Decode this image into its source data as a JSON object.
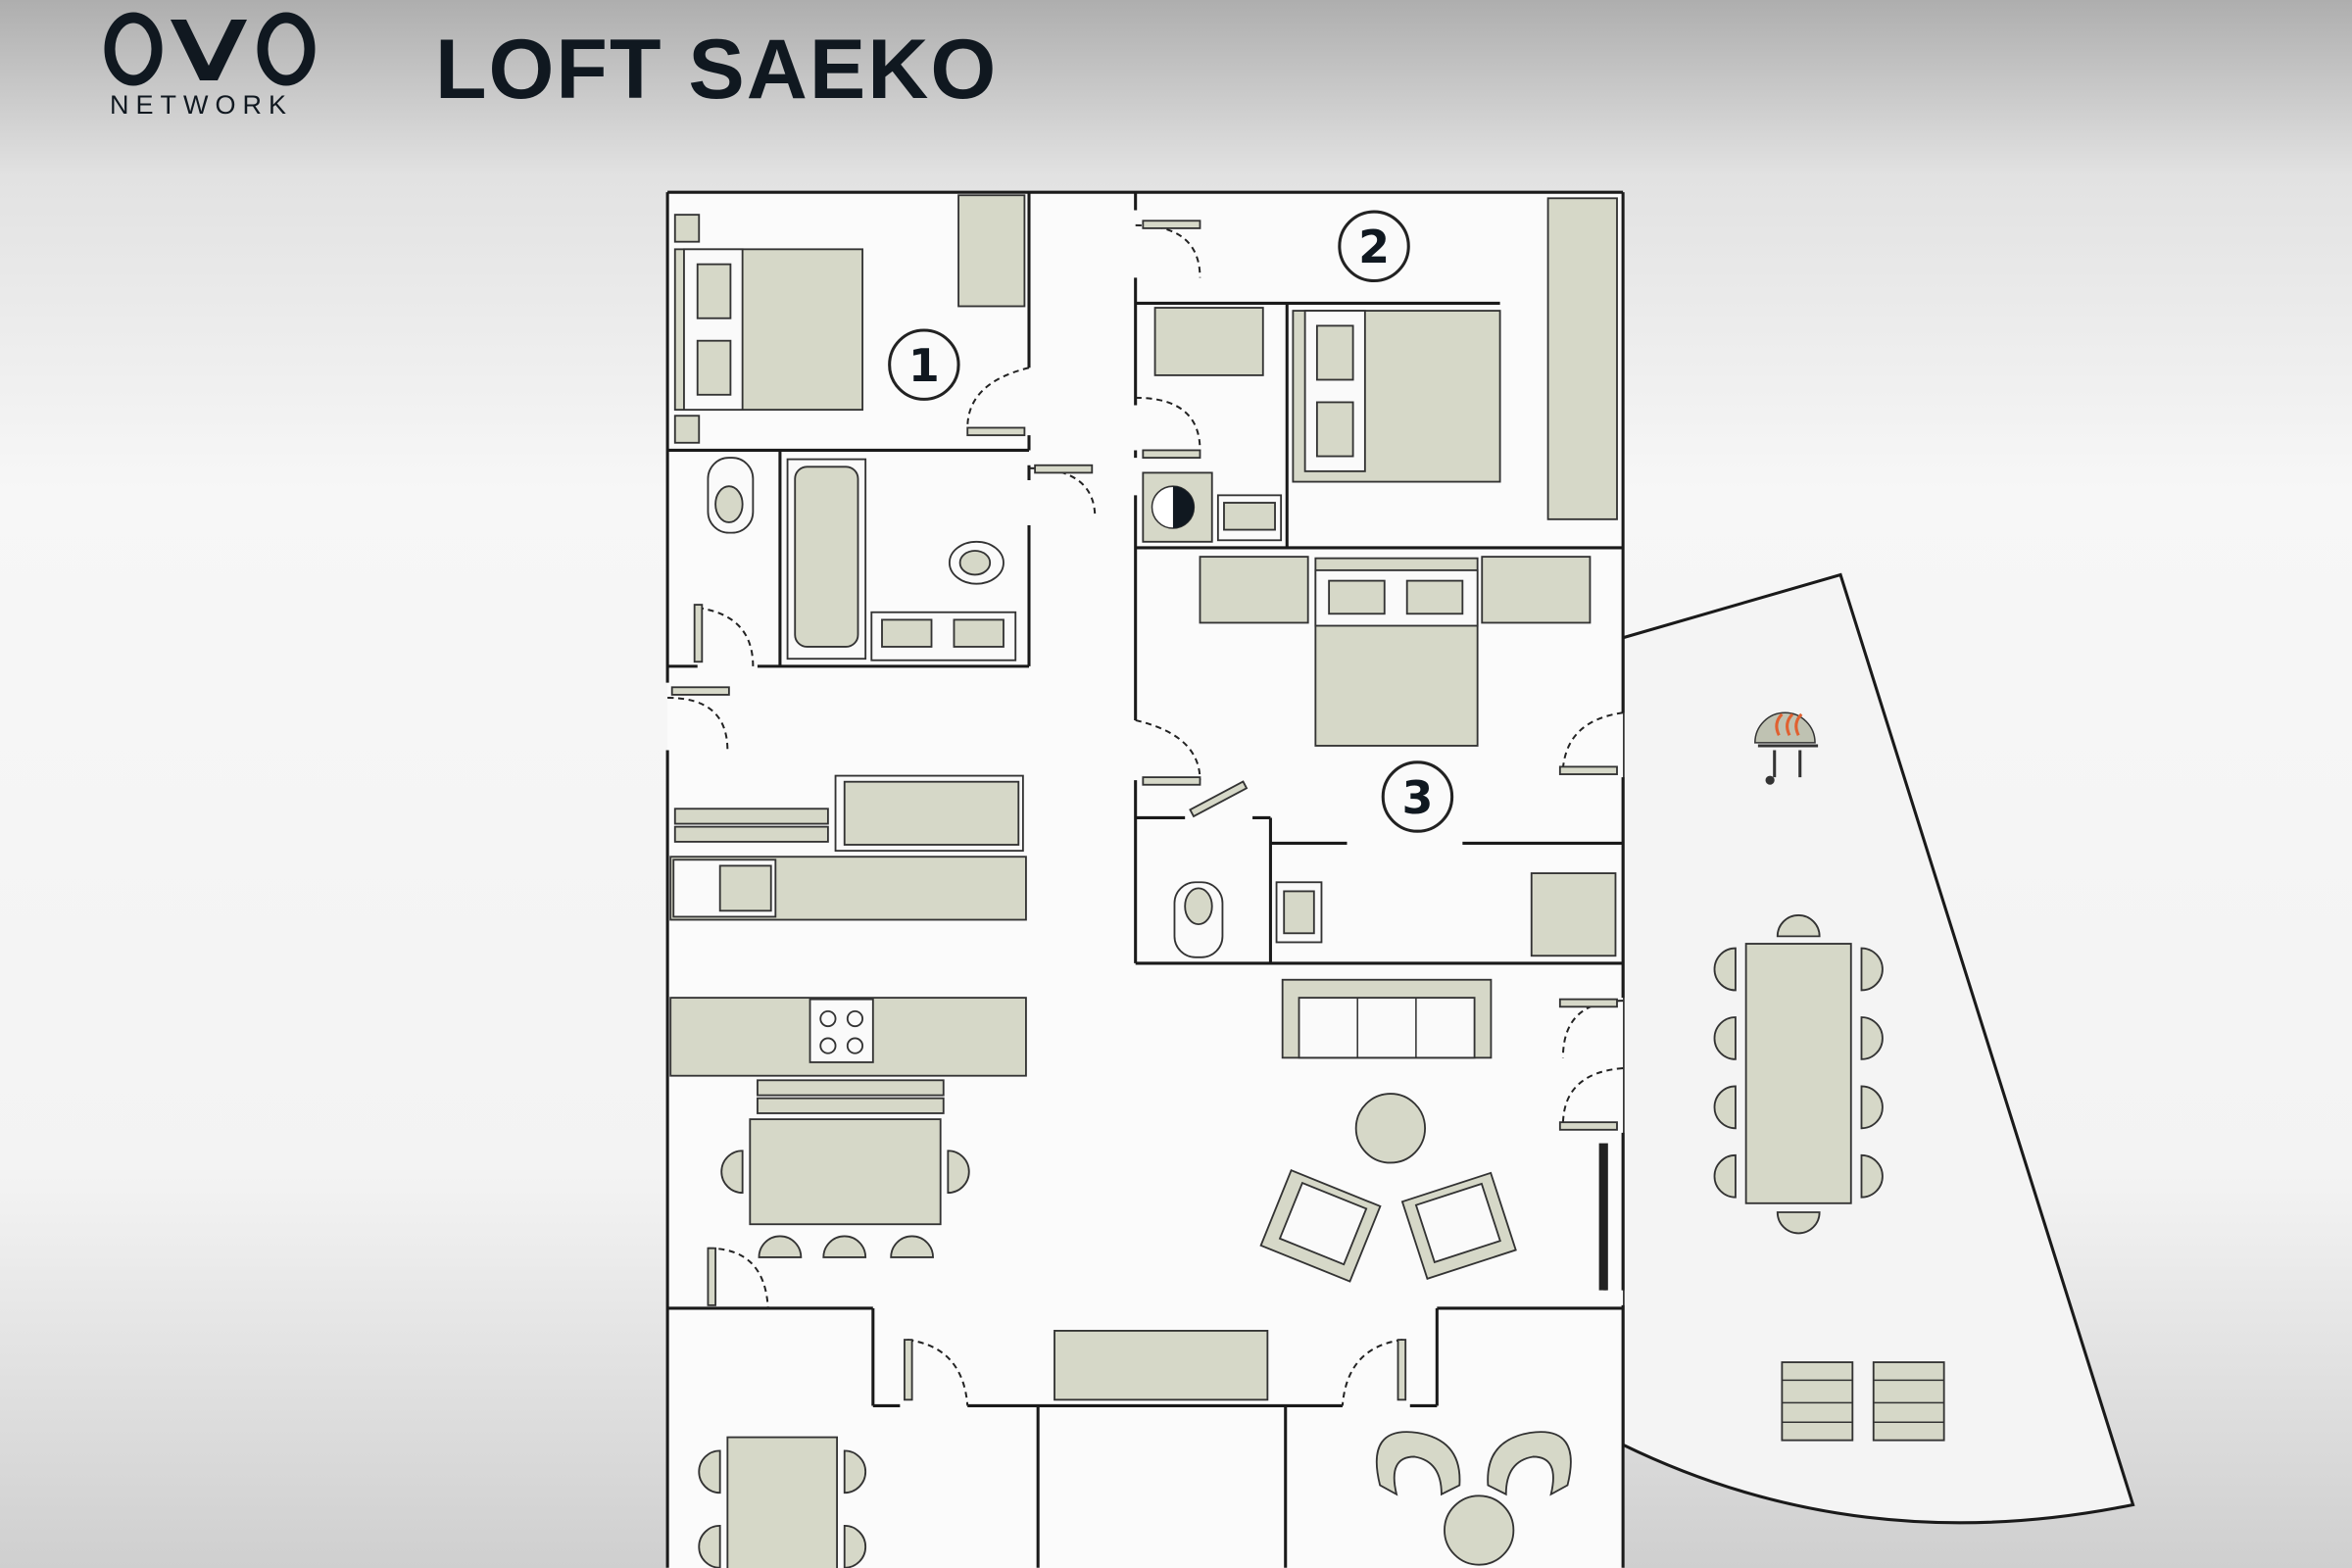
{
  "brand": {
    "logo_text": "ovo",
    "word": "NETWORK"
  },
  "header": {
    "title": "LOFT SAEKO"
  },
  "rooms": [
    {
      "label": "1"
    },
    {
      "label": "2"
    },
    {
      "label": "3"
    }
  ],
  "colors": {
    "furniture": "#d6d8c8",
    "ink": "#101820",
    "grill_flame": "#e06030"
  }
}
